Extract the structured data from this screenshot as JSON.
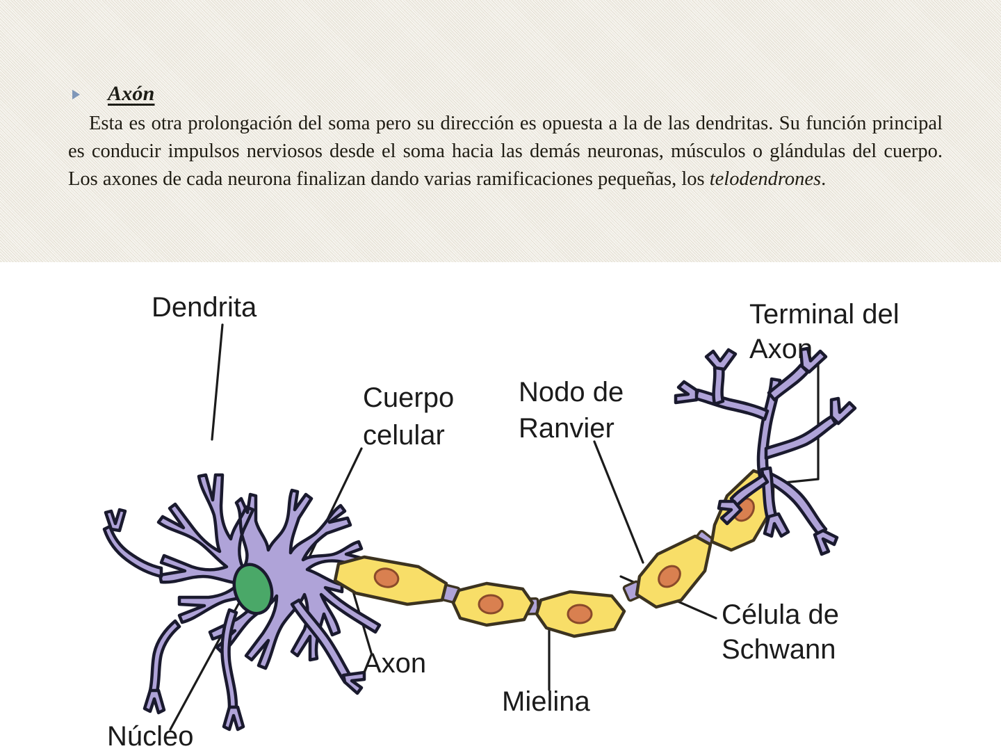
{
  "slide": {
    "background_color": "#efebe0",
    "figure_background_color": "#ffffff"
  },
  "content": {
    "bullet_icon": "triangle-right-icon",
    "heading": "Axón",
    "paragraph_html": "Esta es otra prolongación del soma pero su dirección es opuesta a la de las dendritas. Su función principal es conducir impulsos nerviosos desde el soma hacia las demás neuronas, músculos o glándulas del cuerpo. Los axones de cada neurona finalizan dando varias ramificaciones pequeñas, los ",
    "paragraph_italic_tail": "telodendrones",
    "paragraph_end": "."
  },
  "diagram": {
    "title": "neuron-diagram",
    "colors": {
      "soma_purple": "#afa3d8",
      "myelin_yellow": "#f8de68",
      "schwann_nucleus_orange": "#d98050",
      "soma_nucleus_green": "#4aa868",
      "outline": "#1a1a2e",
      "leader_line": "#1b1b1b"
    },
    "labels": [
      {
        "id": "dendrita",
        "text": "Dendrita",
        "lines": [
          "Dendrita"
        ]
      },
      {
        "id": "cuerpo-celular",
        "text": "Cuerpo celular",
        "lines": [
          "Cuerpo",
          "celular"
        ]
      },
      {
        "id": "nodo-de-ranvier",
        "text": "Nodo de Ranvier",
        "lines": [
          "Nodo de",
          "Ranvier"
        ]
      },
      {
        "id": "terminal-del-axon",
        "text": "Terminal del Axon",
        "lines": [
          "Terminal del",
          "Axon"
        ]
      },
      {
        "id": "celula-de-schwann",
        "text": "Célula de Schwann",
        "lines": [
          "Célula de",
          "Schwann"
        ]
      },
      {
        "id": "nucleo",
        "text": "Núcleo",
        "lines": [
          "Núcleo"
        ]
      },
      {
        "id": "axon",
        "text": "Axon",
        "lines": [
          "Axon"
        ]
      },
      {
        "id": "mielina",
        "text": "Mielina",
        "lines": [
          "Mielina"
        ]
      }
    ],
    "label_text": {
      "dendrita": "Dendrita",
      "cuerpo_1": "Cuerpo",
      "cuerpo_2": "celular",
      "nodo_1": "Nodo de",
      "nodo_2": "Ranvier",
      "terminal_1": "Terminal del",
      "terminal_2": "Axon",
      "schwann_1": "Célula de",
      "schwann_2": "Schwann",
      "nucleo": "Núcleo",
      "axon": "Axon",
      "mielina": "Mielina"
    }
  }
}
